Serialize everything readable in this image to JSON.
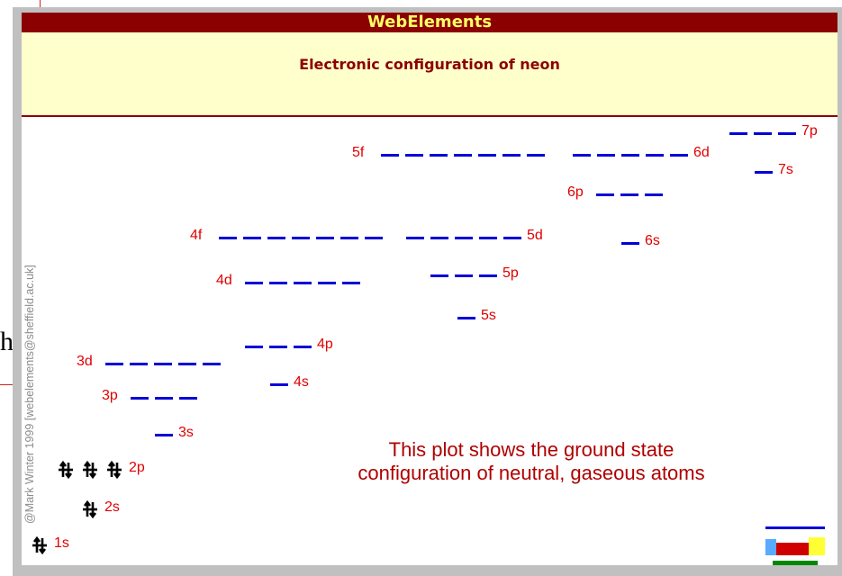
{
  "page": {
    "background_text": "h"
  },
  "window": {
    "title": "WebElements"
  },
  "header": {
    "title": "Electronic configuration of neon"
  },
  "credit": "@Mark Winter 1999 [webelements@sheffield.ac.uk]",
  "note": {
    "line1": "This plot shows the ground state",
    "line2": "configuration of neutral, gaseous atoms"
  },
  "orbitals": [
    {
      "name": "1s",
      "slots": 1,
      "electrons": 2
    },
    {
      "name": "2s",
      "slots": 1,
      "electrons": 2
    },
    {
      "name": "2p",
      "slots": 3,
      "electrons": 6
    },
    {
      "name": "3s",
      "slots": 1,
      "electrons": 0
    },
    {
      "name": "3p",
      "slots": 3,
      "electrons": 0
    },
    {
      "name": "3d",
      "slots": 5,
      "electrons": 0
    },
    {
      "name": "4s",
      "slots": 1,
      "electrons": 0
    },
    {
      "name": "4p",
      "slots": 3,
      "electrons": 0
    },
    {
      "name": "4d",
      "slots": 5,
      "electrons": 0
    },
    {
      "name": "4f",
      "slots": 7,
      "electrons": 0
    },
    {
      "name": "5s",
      "slots": 1,
      "electrons": 0
    },
    {
      "name": "5p",
      "slots": 3,
      "electrons": 0
    },
    {
      "name": "5d",
      "slots": 5,
      "electrons": 0
    },
    {
      "name": "5f",
      "slots": 7,
      "electrons": 0
    },
    {
      "name": "6s",
      "slots": 1,
      "electrons": 0
    },
    {
      "name": "6p",
      "slots": 3,
      "electrons": 0
    },
    {
      "name": "6d",
      "slots": 5,
      "electrons": 0
    },
    {
      "name": "7s",
      "slots": 1,
      "electrons": 0
    },
    {
      "name": "7p",
      "slots": 3,
      "electrons": 0
    }
  ],
  "colors": {
    "title_bar": "#8b0000",
    "title_text": "#ffff66",
    "header_bg": "#ffffcc",
    "level_line": "#0000d8",
    "label": "#e00000",
    "note": "#b00000"
  }
}
